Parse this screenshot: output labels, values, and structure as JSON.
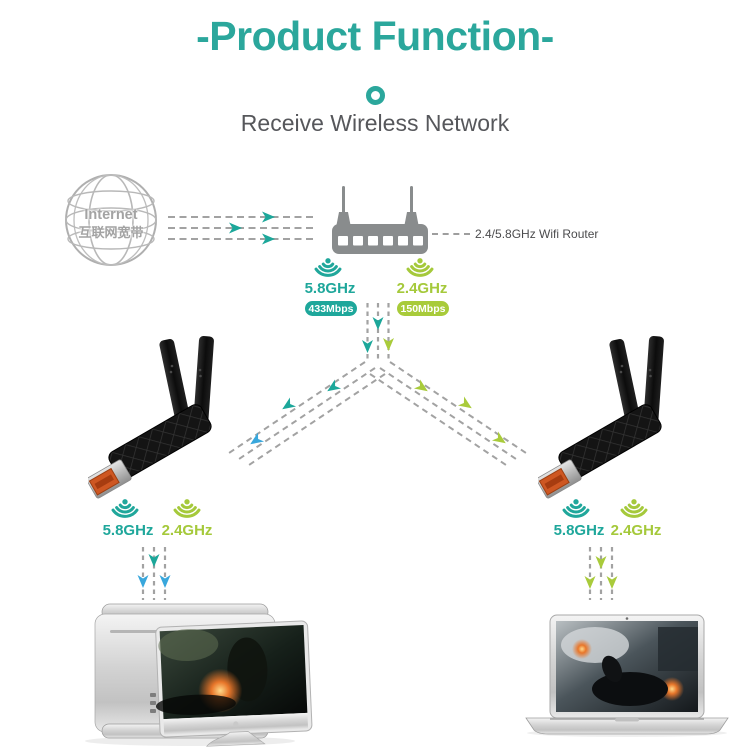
{
  "header": {
    "title": "-Product Function-",
    "subtitle": "Receive Wireless Network"
  },
  "internet": {
    "line1": "Internet",
    "line2": "互联网宽带"
  },
  "router": {
    "label": "2.4/5.8GHz Wifi Router"
  },
  "router_signals": {
    "band_5g": {
      "freq": "5.8GHz",
      "speed": "433Mbps"
    },
    "band_2g": {
      "freq": "2.4GHz",
      "speed": "150Mbps"
    }
  },
  "left_adapter_signals": {
    "band_5g": {
      "freq": "5.8GHz"
    },
    "band_2g": {
      "freq": "2.4GHz"
    }
  },
  "right_adapter_signals": {
    "band_5g": {
      "freq": "5.8GHz"
    },
    "band_2g": {
      "freq": "2.4GHz"
    }
  },
  "colors": {
    "title_teal": "#2BA79C",
    "signal_teal": "#1FA79B",
    "signal_green": "#A8CB3A",
    "arrow_blue": "#39A7DC",
    "dash_gray": "#A2A2A2",
    "router_gray": "#898C8D",
    "text_dark": "#56575B"
  }
}
